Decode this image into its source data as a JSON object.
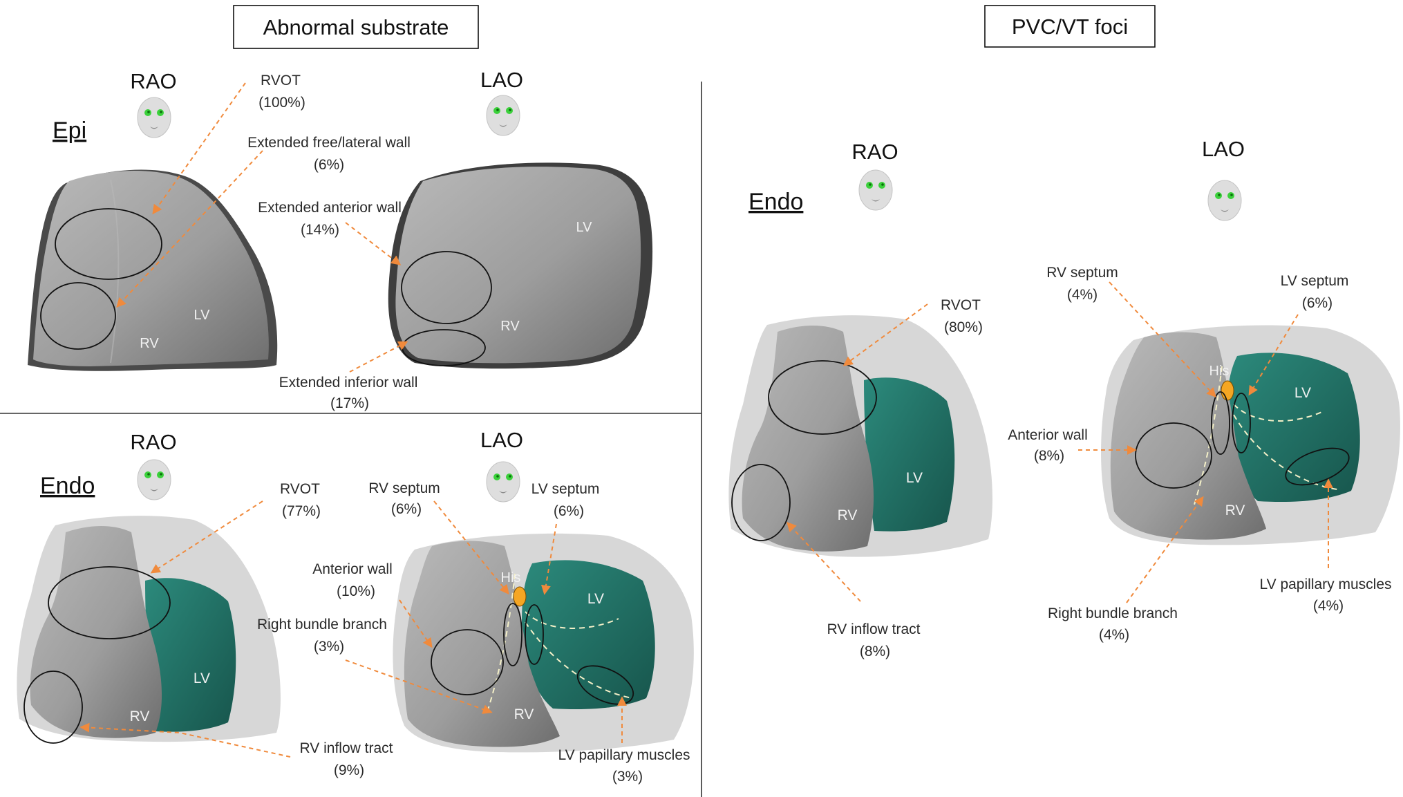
{
  "panels": {
    "substrate": {
      "title": "Abnormal substrate",
      "epi": {
        "section": "Epi",
        "rao": "RAO",
        "lao": "LAO",
        "rao_chambers": {
          "lv": "LV",
          "rv": "RV"
        },
        "lao_chambers": {
          "lv": "LV",
          "rv": "RV"
        },
        "annotations": {
          "rvot": {
            "name": "RVOT",
            "pct": "(100%)"
          },
          "free_wall": {
            "name": "Extended free/lateral wall",
            "pct": "(6%)"
          },
          "anterior_wall": {
            "name": "Extended anterior wall",
            "pct": "(14%)"
          },
          "inferior_wall": {
            "name": "Extended inferior wall",
            "pct": "(17%)"
          }
        }
      },
      "endo": {
        "section": "Endo",
        "rao": "RAO",
        "lao": "LAO",
        "rao_chambers": {
          "lv": "LV",
          "rv": "RV"
        },
        "lao_chambers": {
          "lv": "LV",
          "rv": "RV",
          "his": "His"
        },
        "annotations": {
          "rvot": {
            "name": "RVOT",
            "pct": "(77%)"
          },
          "rv_inflow": {
            "name": "RV inflow tract",
            "pct": "(9%)"
          },
          "rv_septum": {
            "name": "RV septum",
            "pct": "(6%)"
          },
          "lv_septum": {
            "name": "LV septum",
            "pct": "(6%)"
          },
          "anterior_wall": {
            "name": "Anterior  wall",
            "pct": "(10%)"
          },
          "rbb": {
            "name": "Right bundle branch",
            "pct": "(3%)"
          },
          "lv_papillary": {
            "name": "LV papillary muscles",
            "pct": "(3%)"
          }
        }
      }
    },
    "foci": {
      "title": "PVC/VT foci",
      "endo": {
        "section": "Endo",
        "rao": "RAO",
        "lao": "LAO",
        "rao_chambers": {
          "lv": "LV",
          "rv": "RV"
        },
        "lao_chambers": {
          "lv": "LV",
          "rv": "RV",
          "his": "His"
        },
        "annotations": {
          "rvot": {
            "name": "RVOT",
            "pct": "(80%)"
          },
          "rv_inflow": {
            "name": "RV inflow tract",
            "pct": "(8%)"
          },
          "rv_septum": {
            "name": "RV septum",
            "pct": "(4%)"
          },
          "lv_septum": {
            "name": "LV septum",
            "pct": "(6%)"
          },
          "anterior_wall": {
            "name": "Anterior  wall",
            "pct": "(8%)"
          },
          "rbb": {
            "name": "Right bundle branch",
            "pct": "(4%)"
          },
          "lv_papillary": {
            "name": "LV papillary muscles",
            "pct": "(4%)"
          }
        }
      }
    }
  },
  "colors": {
    "arrow": "#f08a3c",
    "heart_gray": "#9a9a9a",
    "lv_teal": "#1f6e63",
    "his_orange": "#f5a623",
    "eye_green": "#3bd13b"
  }
}
